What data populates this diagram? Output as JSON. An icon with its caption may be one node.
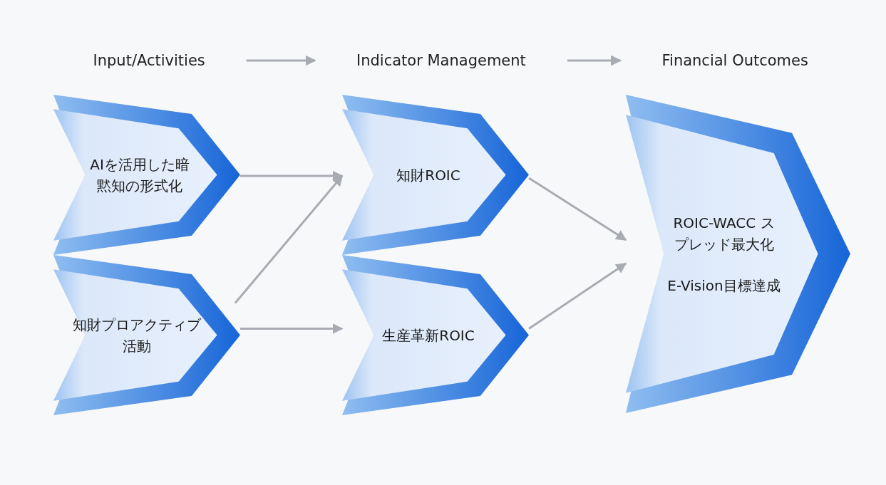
{
  "diagram": {
    "nodes": [
      {
        "text": [
          "Input/Activities"
        ]
      },
      {
        "text": [
          "Indicator Management"
        ]
      },
      {
        "text": [
          "Financial Outcomes"
        ]
      },
      {
        "text": [
          "AIを活用した暗黙知の形式化"
        ]
      },
      {
        "text": [
          "知財プロアクティブ活動"
        ]
      },
      {
        "text": [
          "知財ROIC"
        ]
      },
      {
        "text": [
          "生産革新ROIC"
        ]
      },
      {
        "text": [
          "ROIC-WACC スプレッド最大化",
          "E-Vision目標達成"
        ]
      }
    ],
    "edges": [
      {
        "from": 0,
        "to": 1,
        "arrow": "to"
      },
      {
        "from": 1,
        "to": 2,
        "arrow": "to"
      },
      {
        "from": 3,
        "to": 5,
        "arrow": "to"
      },
      {
        "from": 4,
        "to": 5,
        "arrow": "to"
      },
      {
        "from": 4,
        "to": 6,
        "arrow": "to"
      },
      {
        "from": 5,
        "to": 7,
        "arrow": "to"
      },
      {
        "from": 6,
        "to": 7,
        "arrow": "to"
      }
    ]
  }
}
